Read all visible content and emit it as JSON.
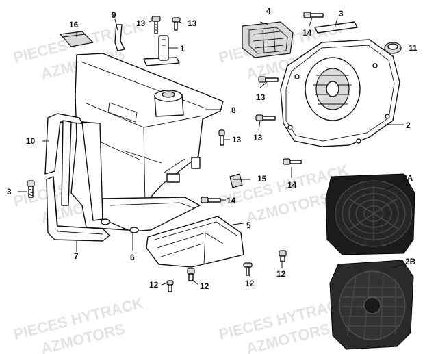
{
  "watermark": {
    "line1": "PIECES HYTRACK",
    "line2": "AZMOTORS"
  },
  "callouts": {
    "c1": "1",
    "c2": "2",
    "c2a": "2A",
    "c2b": "2B",
    "c3_top": "3",
    "c3_left": "3",
    "c4": "4",
    "c5": "5",
    "c6": "6",
    "c7": "7",
    "c8": "8",
    "c9": "9",
    "c10": "10",
    "c11": "11",
    "c12_a": "12",
    "c12_b": "12",
    "c12_c": "12",
    "c12_d": "12",
    "c13_a": "13",
    "c13_b": "13",
    "c13_c": "13",
    "c13_d": "13",
    "c13_e": "13",
    "c14_a": "14",
    "c14_b": "14",
    "c14_c": "14",
    "c15": "15",
    "c16": "16"
  },
  "colors": {
    "line": "#111111",
    "watermark": "#e2e2e2",
    "photo_dark": "#1b1b1b"
  }
}
